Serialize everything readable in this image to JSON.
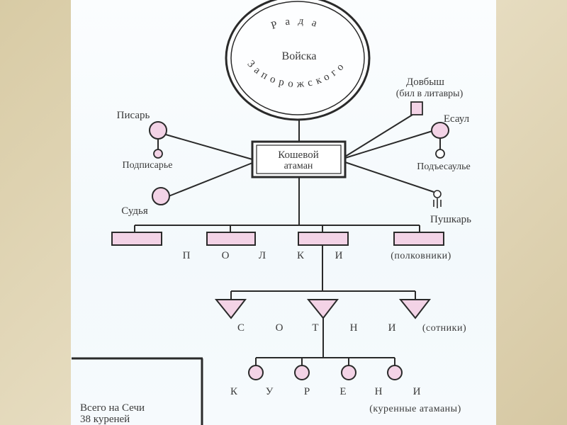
{
  "colors": {
    "background": "#ddd1b0",
    "paper": "#f7fbfd",
    "ink": "#2a2a2a",
    "pink_fill": "#f3d3e6"
  },
  "rada": {
    "arc_top": "Рада",
    "arc_bottom": "Запорожского",
    "center": "Войска"
  },
  "koshevoy": {
    "line1": "Кошевой",
    "line2": "атаман"
  },
  "officials": {
    "pisar": "Писарь",
    "podpisare": "Подписарье",
    "sudya": "Судья",
    "dovbysh": "Довбыш",
    "dovbysh_note": "(бил в литавры)",
    "esaul": "Есаул",
    "podesaule": "Подъесаулье",
    "pushkar": "Пушкарь"
  },
  "polki": {
    "letters": [
      "П",
      "О",
      "Л",
      "К",
      "И"
    ],
    "note": "(полковники)"
  },
  "sotni": {
    "letters": [
      "С",
      "О",
      "Т",
      "Н",
      "И"
    ],
    "note": "(сотники)"
  },
  "kureni": {
    "letters": [
      "К",
      "У",
      "Р",
      "Е",
      "Н",
      "И"
    ],
    "note": "(куренные атаманы)"
  },
  "summary": {
    "line1": "Всего на Сечи",
    "line2": "38 куреней"
  }
}
